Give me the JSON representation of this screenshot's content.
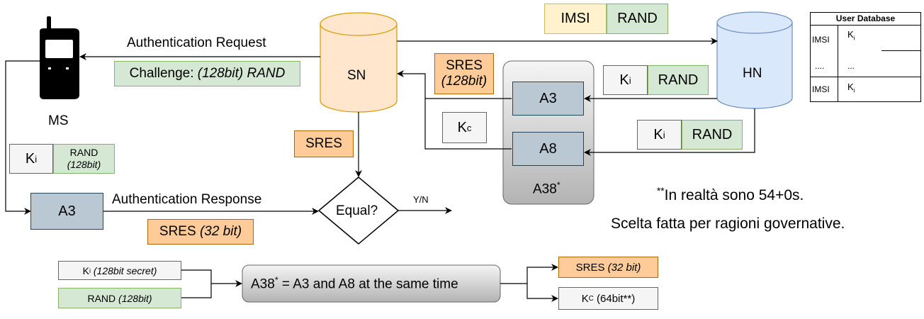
{
  "ms": {
    "label": "MS"
  },
  "sn": {
    "label": "SN"
  },
  "hn": {
    "label": "HN"
  },
  "messages": {
    "auth_request": "Authentication Request",
    "challenge_prefix": "Challenge: ",
    "challenge_rand": "(128bit) RAND",
    "auth_response": "Authentication Response",
    "sres_prefix": "SRES ",
    "sres_bits": "(32 bit)",
    "imsi": "IMSI",
    "rand": "RAND",
    "sres": "SRES",
    "sres_128": "(128bit)",
    "ki_base": "K",
    "ki_sub": "i",
    "kc_base": "K",
    "kc_sub": "c",
    "ms_rand": "RAND",
    "ms_rand_bits": "(128bit)"
  },
  "algorithms": {
    "a3": "A3",
    "a8": "A8",
    "a38_base": "A38",
    "a38_sup": "*"
  },
  "decision": {
    "label": "Equal?",
    "output": "Y/N"
  },
  "user_database": {
    "title": "User Database",
    "rows": [
      {
        "col1": "IMSI",
        "col2_base": "K",
        "col2_sub": "i"
      },
      {
        "col1": "....",
        "col2_base": "...",
        "col2_sub": ""
      },
      {
        "col1": "IMSI",
        "col2_base": "K",
        "col2_sub": "i"
      }
    ]
  },
  "note": {
    "marker": "**",
    "line1": "In realtà sono 54+0s.",
    "line2": "Scelta fatta per ragioni governative."
  },
  "legend": {
    "ki_base": "K",
    "ki_sub": "i",
    "ki_desc": " (128bit secret)",
    "rand_label": "RAND ",
    "rand_desc": "(128bit)",
    "a38_base": "A38",
    "a38_sup": "*",
    "a38_desc": " = A3 and A8 at the same time",
    "sres_label": "SRES ",
    "sres_desc": "(32 bit)",
    "kc_base": "K",
    "kc_sub": "C",
    "kc_desc": " (64bit**)"
  },
  "colors": {
    "sn_fill": "#ffe6cc",
    "sn_stroke": "#d79b00",
    "hn_fill": "#dae8fc",
    "hn_stroke": "#6c8ebf",
    "green": "#d5e8d4",
    "orange": "#ffcc99",
    "blue": "#bac8d3",
    "yellow": "#fff2cc"
  }
}
